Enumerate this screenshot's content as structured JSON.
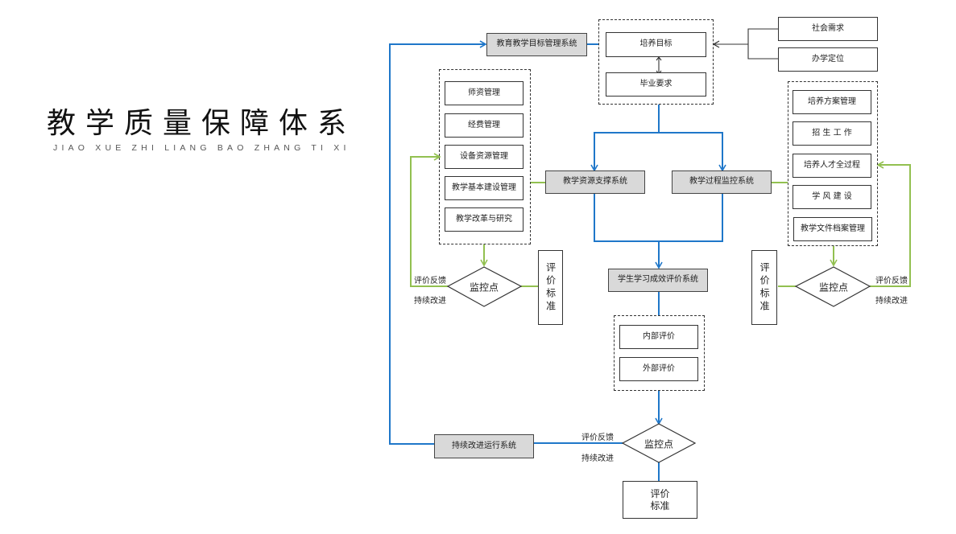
{
  "header": {
    "title": "教学质量保障体系",
    "subtitle": "JIAO XUE ZHI LIANG BAO ZHANG TI XI"
  },
  "colors": {
    "blue_flow": "#1f77c9",
    "green_feedback": "#92c050",
    "system_fill": "#d9d9d9"
  },
  "top": {
    "goal_system": "教育教学目标管理系统",
    "goals": [
      "培养目标",
      "毕业要求"
    ],
    "inputs": [
      "社会需求",
      "办学定位"
    ]
  },
  "resource": {
    "system": "教学资源支撑系统",
    "items": [
      "师资管理",
      "经费管理",
      "设备资源管理",
      "教学基本建设管理",
      "教学改革与研究"
    ],
    "checkpoint": "监控点",
    "standard": "评价标准",
    "feedback": "评价反馈",
    "improve": "持续改进"
  },
  "process": {
    "system": "教学过程监控系统",
    "items": [
      "培养方案管理",
      "招 生 工 作",
      "培养人才全过程",
      "学 风 建 设",
      "教学文件档案管理"
    ],
    "checkpoint": "监控点",
    "standard": "评价标准",
    "feedback": "评价反馈",
    "improve": "持续改进"
  },
  "evaluation": {
    "system": "学生学习成效评价系统",
    "items": [
      "内部评价",
      "外部评价"
    ],
    "checkpoint": "监控点",
    "standard_line1": "评价",
    "standard_line2": "标准",
    "feedback": "评价反馈",
    "improve": "持续改进"
  },
  "improvement": {
    "system": "持续改进运行系统"
  }
}
